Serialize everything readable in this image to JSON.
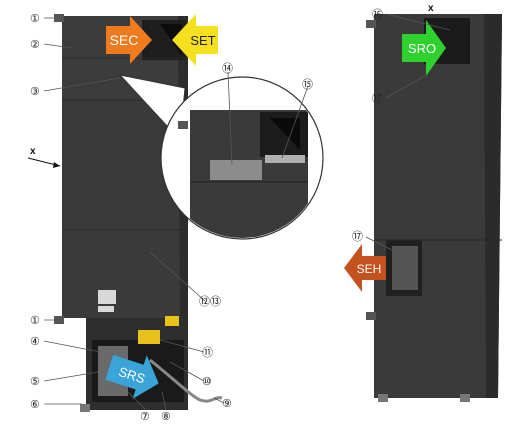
{
  "axis_marker": "x",
  "callouts": {
    "c1": "①",
    "c2": "②",
    "c3": "③",
    "c4": "④",
    "c5": "⑤",
    "c6": "⑥",
    "c7": "⑦",
    "c8": "⑧",
    "c9": "⑨",
    "c10": "⑩",
    "c11": "⑪",
    "c12_13": "⑫⑬",
    "c14": "⑭",
    "c15": "⑮",
    "c16": "⑯",
    "c17": "⑰"
  },
  "arrows": {
    "sec": {
      "text": "SEC",
      "color": "#f07a1e"
    },
    "set": {
      "text": "SET",
      "color": "#f5e020"
    },
    "srs": {
      "text": "SRS",
      "color": "#3aa3d8"
    },
    "sro": {
      "text": "SRO",
      "color": "#2fd12f"
    },
    "seh": {
      "text": "SEH",
      "color": "#c4521e"
    }
  },
  "colors": {
    "unit_body": "#3a3a3a",
    "unit_dark": "#2a2a2a",
    "unit_light": "#4a4a4a",
    "callout_line": "#555555"
  }
}
